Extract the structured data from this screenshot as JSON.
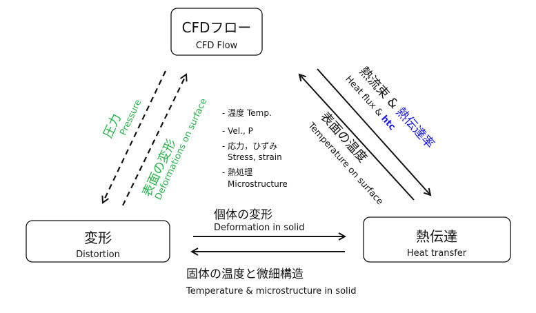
{
  "nodes": {
    "cfd": {
      "title": "CFDフロー",
      "subtitle": "CFD Flow"
    },
    "distortion": {
      "title": "変形",
      "subtitle": "Distortion"
    },
    "heat": {
      "title": "熱伝達",
      "subtitle": "Heat transfer"
    }
  },
  "left_edges": {
    "pressure_jp": "圧力",
    "pressure_en": "Pressure",
    "deform_jp": "表面の変形",
    "deform_en": "Deformations on surface"
  },
  "right_edges": {
    "flux_jp": "熱流束 & ",
    "htc_jp": "熱伝達率",
    "flux_en": "Heat flux & ",
    "htc_en": "htc",
    "temp_jp": "表面の温度",
    "temp_en": "Temperature on surface"
  },
  "center_list": [
    "- 温度 Temp.",
    "- Vel., P",
    "- 応力，ひずみ",
    "Stress, strain",
    "- 熱処理",
    "Microstructure"
  ],
  "bottom_edges": {
    "deform_jp": "個体の変形",
    "deform_en": "Deformation in solid",
    "temp_jp": "固体の温度と微細構造",
    "temp_en": "Temperature & microstructure in solid"
  },
  "colors": {
    "green": "#2bb24a",
    "blue": "#1a1ae6",
    "line": "#111111"
  }
}
